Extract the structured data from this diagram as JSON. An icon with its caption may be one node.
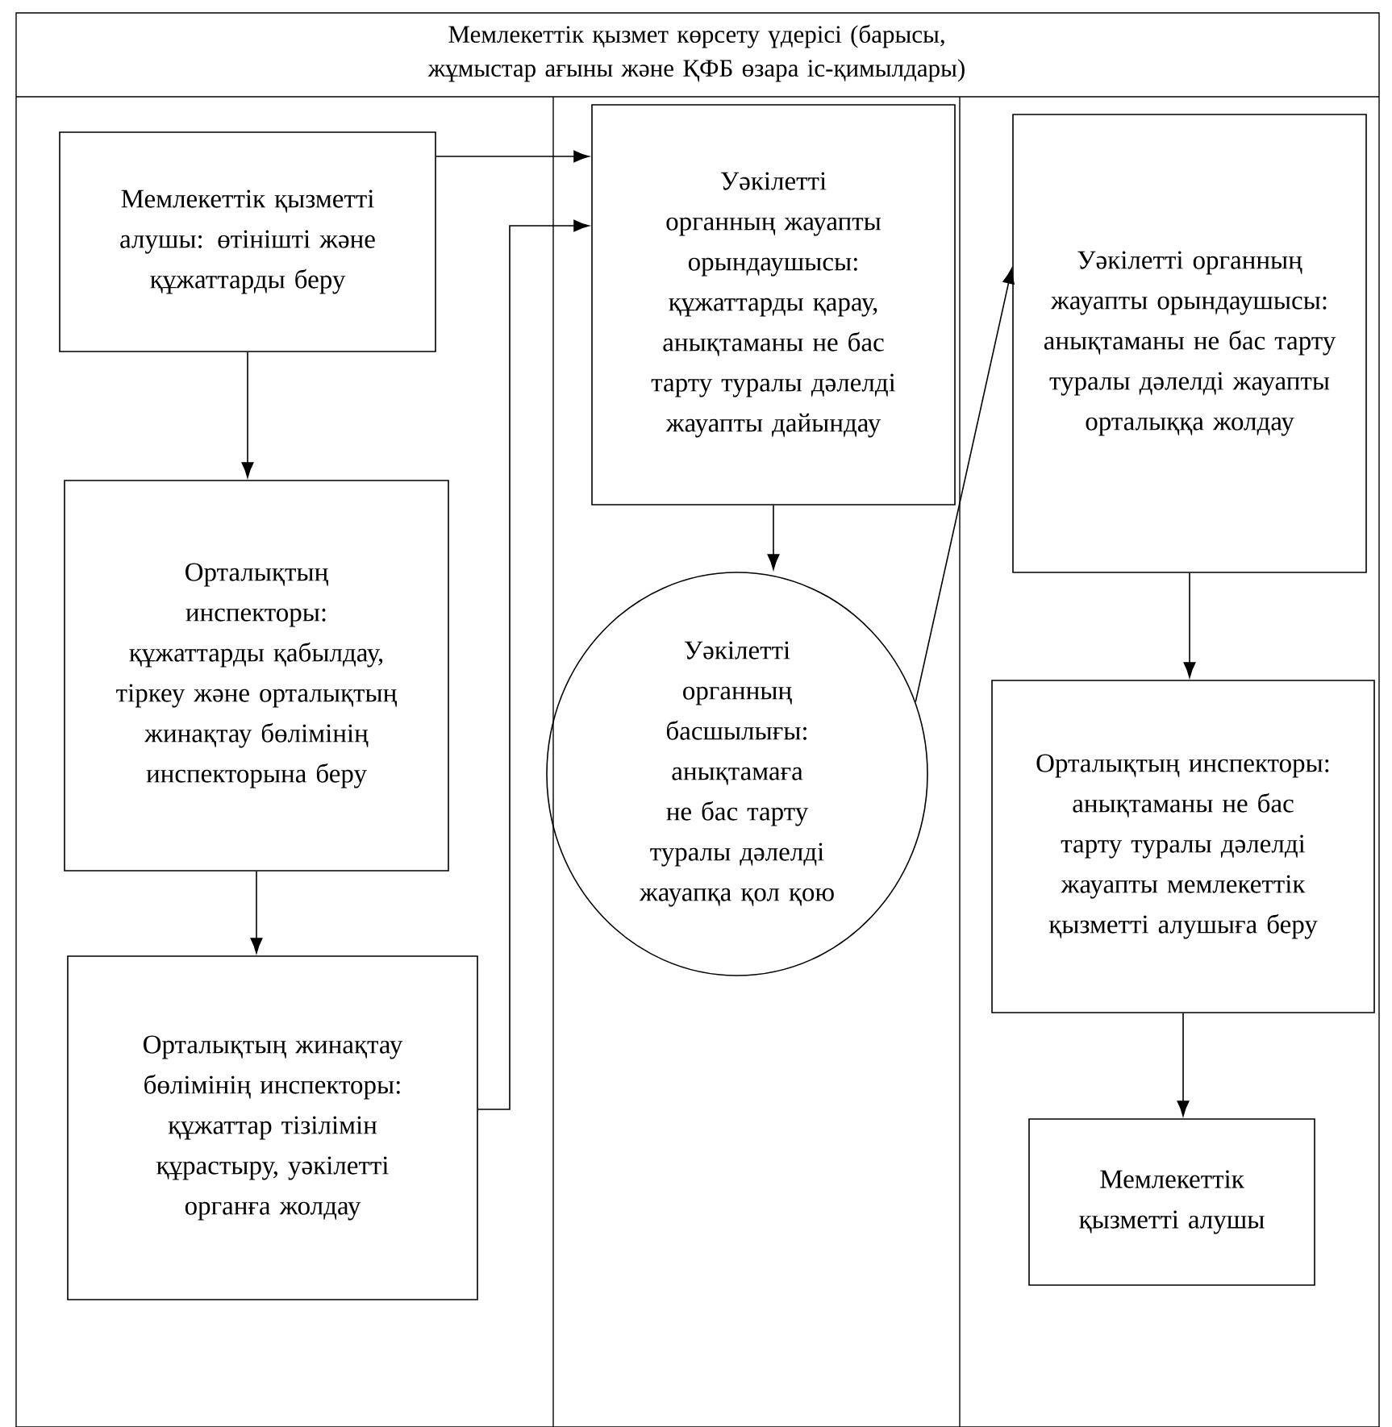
{
  "diagram": {
    "title": "Мемлекеттік қызмет көрсету үдерісі (барысы, жұмыстар ағыны және ҚФБ өзара іс-қимылдары)",
    "nodes": [
      {
        "text": [
          "Мемлекеттік қызметті алушы: өтінішті және құжаттарды беру"
        ]
      },
      {
        "text": [
          "Орталықтың инспекторы: құжаттарды қабылдау, тіркеу және орталықтың жинақтау бөлімінің инспекторына беру"
        ]
      },
      {
        "text": [
          "Орталықтың жинақтау бөлімінің инспекторы: құжаттар тізілімін құрастыру, уәкілетті органға жолдау"
        ]
      },
      {
        "text": [
          "Уәкілетті органның жауапты орындаушысы: құжаттарды қарау, анықтаманы не бас тарту туралы дәлелді жауапты дайындау"
        ]
      },
      {
        "text": [
          "Уәкілетті органның басшылығы: анықтамаға не бас тарту туралы дәлелді жауапқа қол қою"
        ]
      },
      {
        "text": [
          "Уәкілетті органның жауапты орындаушысы: анықтаманы не бас тарту туралы дәлелді жауапты орталыққа жолдау"
        ]
      },
      {
        "text": [
          "Орталықтың инспекторы: анықтаманы не бас тарту туралы дәлелді жауапты мемлекеттік қызметті алушыға беру"
        ]
      },
      {
        "text": [
          "Мемлекеттік қызметті алушы"
        ]
      }
    ],
    "edges": [
      {
        "from": 0,
        "to": 3,
        "arrow": "to"
      },
      {
        "from": 0,
        "to": 1,
        "arrow": "to"
      },
      {
        "from": 1,
        "to": 2,
        "arrow": "to"
      },
      {
        "from": 2,
        "to": 3,
        "arrow": "to"
      },
      {
        "from": 3,
        "to": 4,
        "arrow": "to"
      },
      {
        "from": 4,
        "to": 5,
        "arrow": "to"
      },
      {
        "from": 5,
        "to": 6,
        "arrow": "to"
      },
      {
        "from": 6,
        "to": 7,
        "arrow": "to"
      }
    ]
  }
}
